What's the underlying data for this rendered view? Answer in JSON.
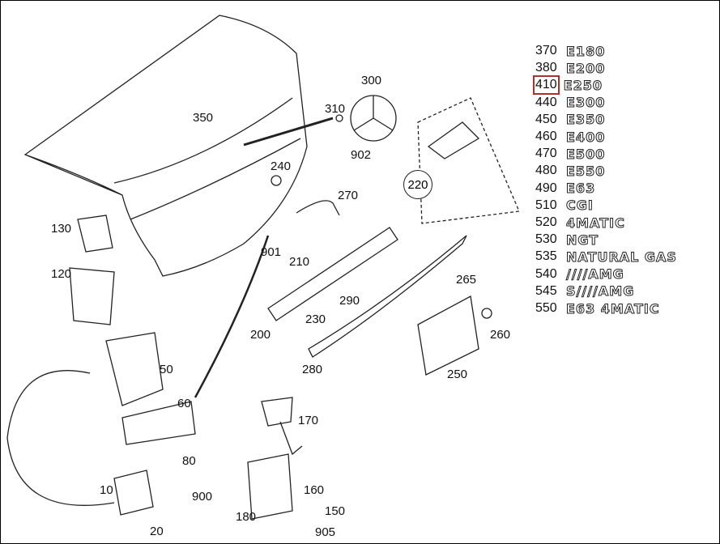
{
  "callouts": {
    "c350": "350",
    "c310": "310",
    "c300": "300",
    "c902": "902",
    "c240": "240",
    "c270": "270",
    "c220": "220",
    "c130": "130",
    "c120": "120",
    "c901": "901",
    "c210": "210",
    "c290": "290",
    "c265": "265",
    "c200": "200",
    "c230": "230",
    "c260": "260",
    "c280": "280",
    "c250": "250",
    "c50": "50",
    "c60": "60",
    "c170": "170",
    "c80": "80",
    "c10": "10",
    "c900": "900",
    "c160": "160",
    "c150": "150",
    "c180": "180",
    "c905": "905",
    "c20": "20"
  },
  "badges": [
    {
      "num": "370",
      "text": "E180"
    },
    {
      "num": "380",
      "text": "E200"
    },
    {
      "num": "410",
      "text": "E250",
      "selected": true
    },
    {
      "num": "440",
      "text": "E300"
    },
    {
      "num": "450",
      "text": "E350"
    },
    {
      "num": "460",
      "text": "E400"
    },
    {
      "num": "470",
      "text": "E500"
    },
    {
      "num": "480",
      "text": "E550"
    },
    {
      "num": "490",
      "text": "E63"
    },
    {
      "num": "510",
      "text": "CGI"
    },
    {
      "num": "520",
      "text": "4MATIC"
    },
    {
      "num": "530",
      "text": "NGT"
    },
    {
      "num": "535",
      "text": "NATURAL GAS"
    },
    {
      "num": "540",
      "text": "////AMG"
    },
    {
      "num": "545",
      "text": "S////AMG"
    },
    {
      "num": "550",
      "text": "E63 4MATIC"
    }
  ],
  "highlight_color": "#b03030"
}
